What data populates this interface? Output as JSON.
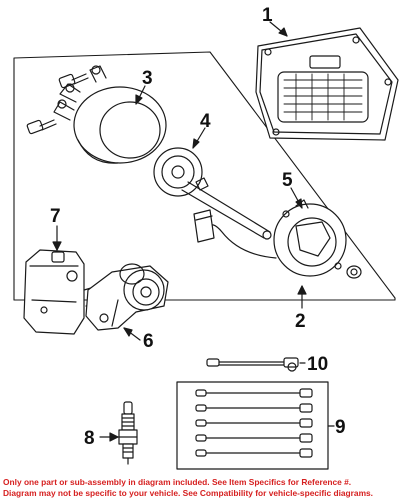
{
  "callouts": {
    "c1": "1",
    "c2": "2",
    "c3": "3",
    "c4": "4",
    "c5": "5",
    "c6": "6",
    "c7": "7",
    "c8": "8",
    "c9": "9",
    "c10": "10"
  },
  "footer": {
    "line1": "Only one part or sub-assembly in diagram included. See Item Specifics for Reference #.",
    "line2": "Diagram may not be specific to your vehicle. See Compatibility for vehicle-specific diagrams."
  },
  "colors": {
    "line": "#1a1a1a",
    "footer_text": "#d62020"
  }
}
